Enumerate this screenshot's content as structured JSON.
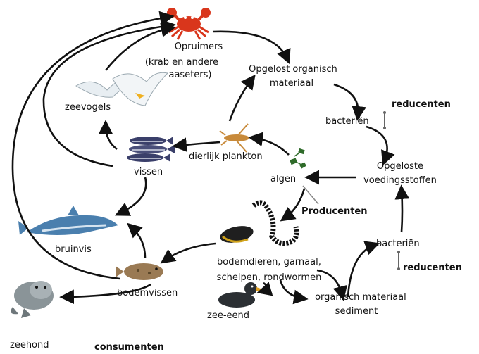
{
  "nodes": {
    "opruimers": [
      "Opruimers",
      "(krab en andere",
      "aaseters)"
    ],
    "opgelost_organisch": [
      "Opgelost organisch",
      "materiaal"
    ],
    "bacterien_top": "bacteriën",
    "reducenten_top": "reducenten",
    "zeevogels": "zeevogels",
    "dierlijk_plankton": "dierlijk plankton",
    "vissen": "vissen",
    "algen": "algen",
    "opgeloste_voedingsstoffen": [
      "Opgeloste",
      "voedingsstoffen"
    ],
    "producenten": "Producenten",
    "bruinvis": "bruinvis",
    "bodemdieren": [
      "bodemdieren, garnaal,",
      "schelpen, rondwormen"
    ],
    "bacterien_bottom": "bacteriën",
    "reducenten_bottom": "reducenten",
    "bodemvissen": "bodemvissen",
    "zee_eend": "zee-eend",
    "organisch_sediment": [
      "organisch materiaal",
      "sediment"
    ],
    "zeehond": "zeehond",
    "consumenten": "consumenten"
  },
  "icons": {
    "crab": "crab-icon",
    "seagulls": "seagulls-icon",
    "fish": "fish-icon",
    "plankton": "plankton-icon",
    "algae": "algae-icon",
    "seaweed": "seaweed-icon",
    "mussel": "mussel-icon",
    "porpoise": "porpoise-icon",
    "flatfish": "flatfish-icon",
    "duck": "duck-icon",
    "seal": "seal-icon"
  },
  "colors": {
    "crab": "#d9361c",
    "porpoise": "#4a7fae",
    "flatfish": "#9a7a54",
    "plankton": "#c88a3a",
    "algae": "#2f6b2a",
    "seal": "#8a9498",
    "duck": "#2b2f33",
    "mussel": "#1f1f1f"
  }
}
